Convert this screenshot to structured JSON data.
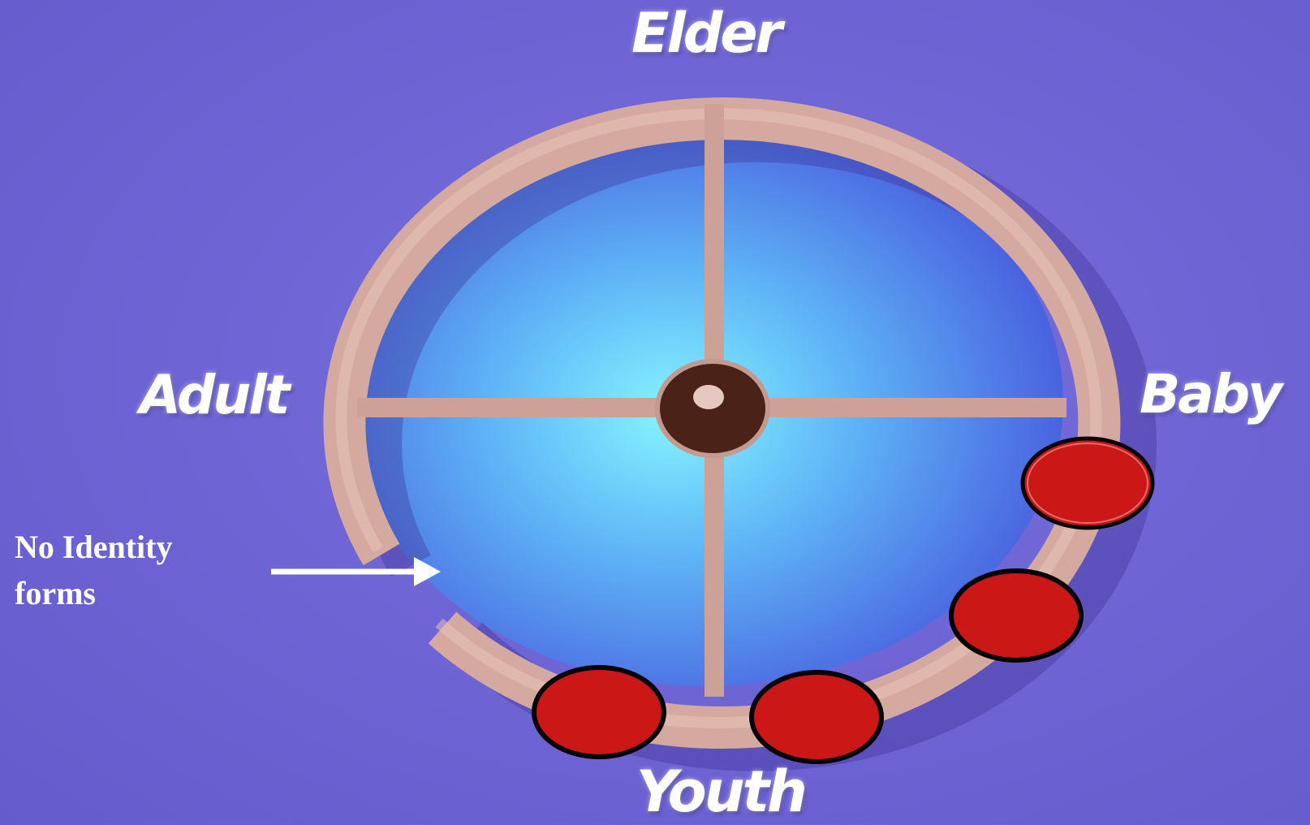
{
  "labels": {
    "elder": "Elder",
    "adult": "Adult",
    "baby": "Baby",
    "youth": "Youth"
  },
  "annotation": {
    "line1": "No Identity",
    "line2": "forms"
  },
  "colors": {
    "background": "#6f66d6",
    "wheel_rim": "#d4a9a0",
    "wheel_center_glow": "#7ff2ff",
    "wheel_outer_blue": "#4f6fe6",
    "hub": "#4a2218",
    "marker_fill": "#cc1717",
    "marker_outline": "#000000"
  }
}
